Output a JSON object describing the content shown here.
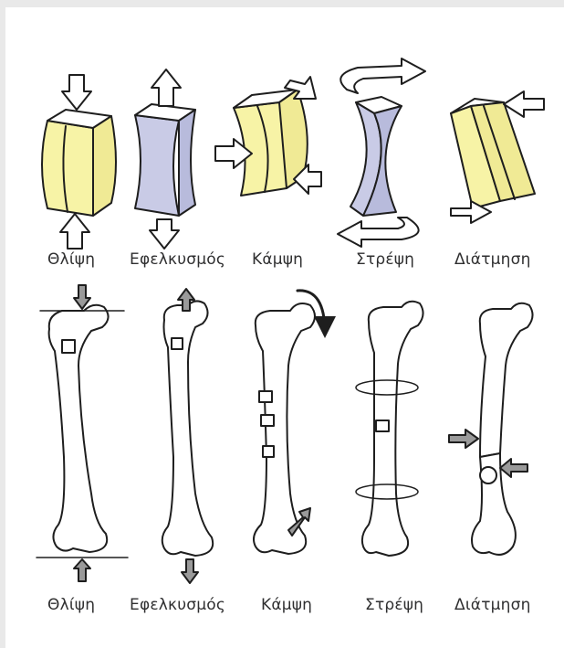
{
  "colors": {
    "yellow": "#f7f3a6",
    "lavender": "#c9cbe6",
    "ink": "#1e1e1e",
    "arrow_fill": "#ffffff",
    "frame": "#e9e9e9"
  },
  "top_labels": [
    "Θλίψη",
    "Εφελκυσμός",
    "Κάμψη",
    "Στρέψη",
    "Διάτμηση"
  ],
  "bottom_labels": [
    "Θλίψη",
    "Εφελκυσμός",
    "Κάμψη",
    "Στρέψη",
    "Διάτμηση"
  ]
}
